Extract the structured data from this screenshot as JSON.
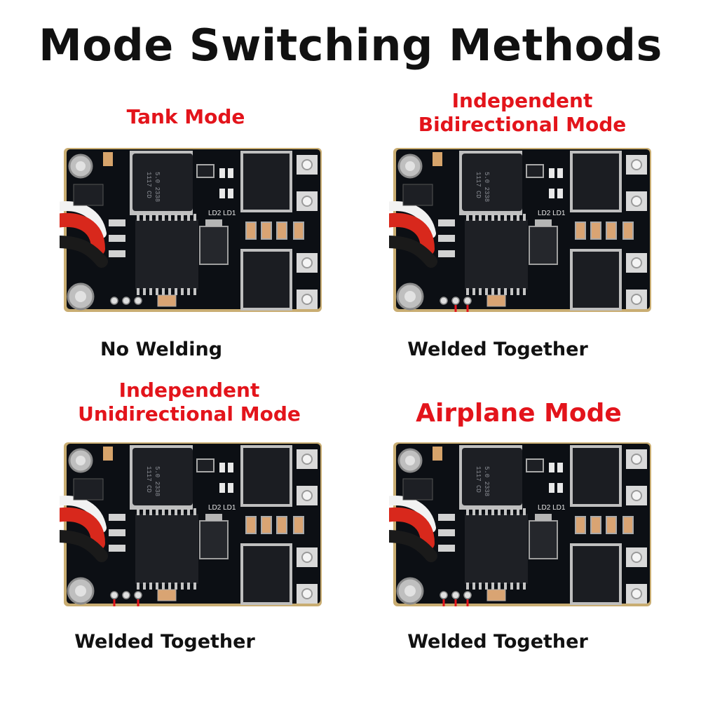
{
  "title": "Mode Switching Methods",
  "colors": {
    "mode_title": "#e3141b",
    "pad_bridge": "#e3141b",
    "caption": "#111111",
    "pcb": "#0c0f14"
  },
  "panels": [
    {
      "mode": "Tank Mode",
      "caption": "No Welding",
      "board": {
        "ld_label": "LD2 LD1",
        "reg_text1": "1117 CD",
        "reg_text2": "5.0 2338",
        "bridge_pads": "none"
      }
    },
    {
      "mode_line1": "Independent",
      "mode_line2": "Bidirectional Mode",
      "caption": "Welded Together",
      "board": {
        "ld_label": "LD2 LD1",
        "reg_text1": "1117 CD",
        "reg_text2": "5.0 2338",
        "bridge_pads": "right-pair"
      }
    },
    {
      "mode_line1": "Independent",
      "mode_line2": "Unidirectional Mode",
      "caption": "Welded Together",
      "board": {
        "ld_label": "LD2 LD1",
        "reg_text1": "1117 CD",
        "reg_text2": "5.0 2338",
        "bridge_pads": "left-pair"
      }
    },
    {
      "mode": "Airplane Mode",
      "caption": "Welded Together",
      "board": {
        "ld_label": "LD2 LD1",
        "reg_text1": "1117 CD",
        "reg_text2": "5.0 2338",
        "bridge_pads": "all-three"
      }
    }
  ]
}
